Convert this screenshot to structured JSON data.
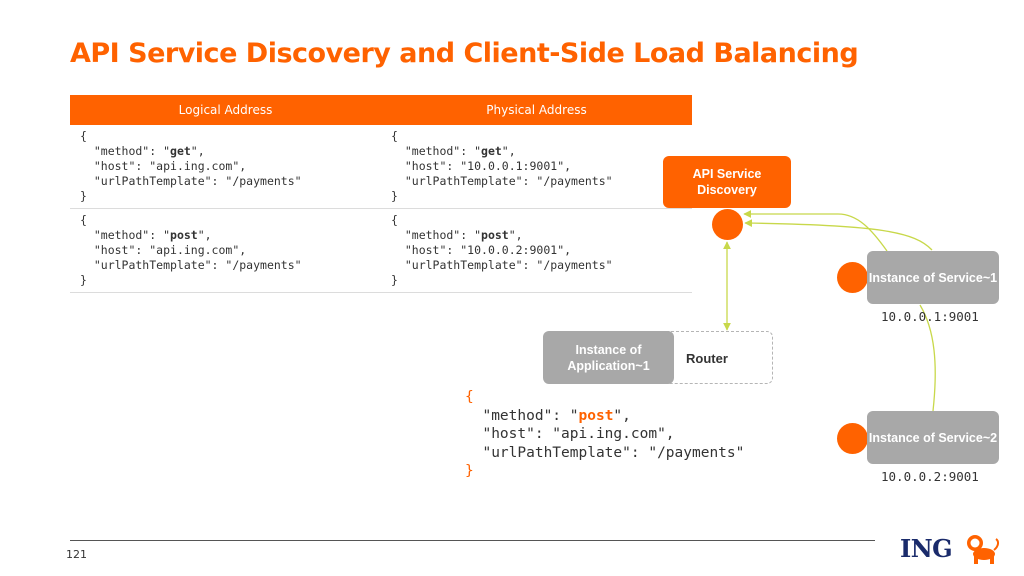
{
  "title": "API Service Discovery and Client-Side Load Balancing",
  "table": {
    "headers": [
      "Logical Address",
      "Physical Address"
    ],
    "rows": [
      {
        "logical": {
          "method": "get",
          "host": "api.ing.com",
          "urlPathTemplate": "/payments"
        },
        "physical": {
          "method": "get",
          "host": "10.0.0.1:9001",
          "urlPathTemplate": "/payments"
        }
      },
      {
        "logical": {
          "method": "post",
          "host": "api.ing.com",
          "urlPathTemplate": "/payments"
        },
        "physical": {
          "method": "post",
          "host": "10.0.0.2:9001",
          "urlPathTemplate": "/payments"
        }
      }
    ]
  },
  "diagram": {
    "discovery_label": "API Service Discovery",
    "service1_label": "Instance of Service~1",
    "service1_ip": "10.0.0.1:9001",
    "service2_label": "Instance of Service~2",
    "service2_ip": "10.0.0.2:9001",
    "application_label": "Instance of Application~1",
    "router_label": "Router"
  },
  "request_example": {
    "method": "post",
    "host": "api.ing.com",
    "urlPathTemplate": "/payments"
  },
  "page_number": "121",
  "logo_text": "ING",
  "colors": {
    "accent": "#ff6200",
    "grey": "#a8a8a8",
    "connector": "#c8d84a",
    "logo_blue": "#1a2b6b"
  },
  "icons": {
    "logo": "lion-icon"
  }
}
